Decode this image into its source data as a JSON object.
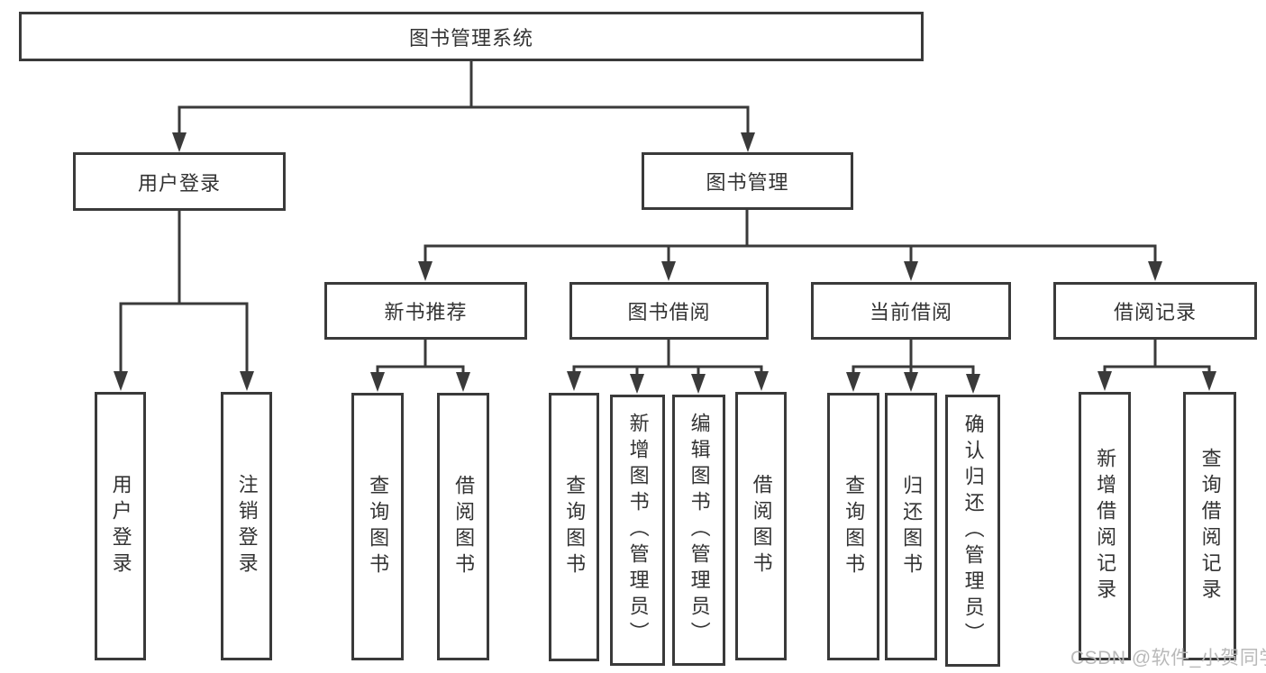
{
  "diagram": {
    "root": {
      "label": "图书管理系统"
    },
    "branches": [
      {
        "label": "用户登录",
        "leaves": [
          "用户登录",
          "注销登录"
        ]
      },
      {
        "label": "图书管理",
        "children": [
          {
            "label": "新书推荐",
            "leaves": [
              "查询图书",
              "借阅图书"
            ]
          },
          {
            "label": "图书借阅",
            "leaves": [
              "查询图书",
              "新增图书（管理员）",
              "编辑图书（管理员）",
              "借阅图书"
            ]
          },
          {
            "label": "当前借阅",
            "leaves": [
              "查询图书",
              "归还图书",
              "确认归还（管理员）"
            ]
          },
          {
            "label": "借阅记录",
            "leaves": [
              "新增借阅记录",
              "查询借阅记录"
            ]
          }
        ]
      }
    ]
  },
  "watermark": {
    "text": "CSDN @软件_小贺同学"
  },
  "colors": {
    "line": "#3a3a3a",
    "box_border": "#3a3a3a",
    "text": "#333333",
    "watermark": "#b9b9b9",
    "background": "#ffffff"
  }
}
